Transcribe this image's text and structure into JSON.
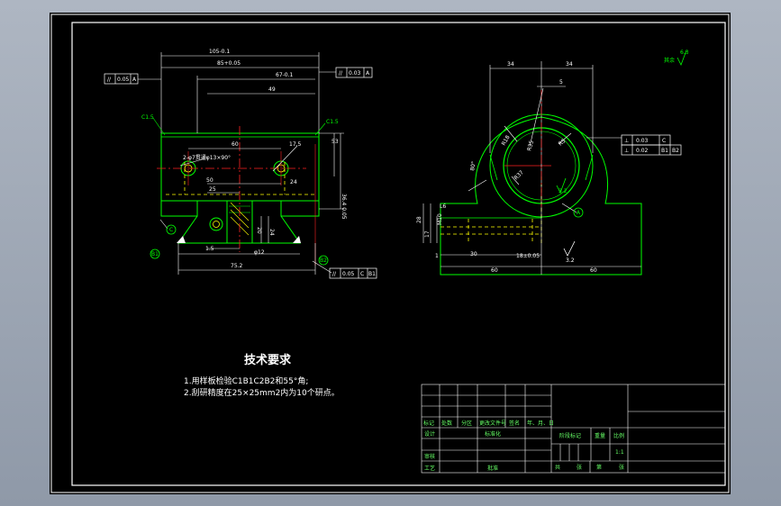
{
  "drawing": {
    "front_view": {
      "top_dims": [
        "105-0.1",
        "85+0.05",
        "67-0.1"
      ],
      "dim_49": "49",
      "dim_60": "60",
      "dim_7_5": "17.5",
      "dim_53": "53",
      "dim_24": "24",
      "dim_25": "25",
      "dim_50": "50",
      "dim_36_4": "36.4 0.05",
      "hole_note": "2-φ7贯通φ13×90°",
      "chamfer_left": "C1.5",
      "chamfer_right": "C1.5",
      "tol_parallel_left": [
        "//",
        "0.05",
        "A"
      ],
      "tol_parallel_right": [
        "//",
        "0.03",
        "A"
      ],
      "tol_parallel_bottom": [
        "//",
        "0.05",
        "C",
        "B1"
      ],
      "datum_c": "C",
      "datum_b1": "B1",
      "datum_b2": "B2",
      "dim_1_5": "1.5",
      "dim_75_2": "75.2",
      "dim_phi12": "φ12",
      "dim_20": "20",
      "dim_24b": "24"
    },
    "side_view": {
      "dim_34_top": "34",
      "dim_34_right": "34",
      "dim_5": "5",
      "dim_r18": "R18",
      "dim_r35": "R35",
      "dim_r37": "R37",
      "dim_80deg": "80°",
      "dim_r5": "R5",
      "dim_m10": "M10",
      "dim_l6": "L6",
      "dim_28": "28",
      "dim_17": "17",
      "dim_1": "1",
      "dim_30": "30",
      "dim_18_tol": "18±0.05",
      "dim_60_left": "60",
      "dim_60_right": "60",
      "roughness": "3.2",
      "roughness_2": "3.2",
      "datum_a": "A",
      "tol_perp": [
        "⊥",
        "0.03",
        "C"
      ],
      "tol_perp2": [
        "⊥",
        "0.02",
        "B1",
        "B2"
      ],
      "corner_note": "其余",
      "corner_roughness": "6.3"
    },
    "requirements": {
      "title": "技术要求",
      "line1": "1.用样板检验C1B1C2B2和55°角;",
      "line2": "2.刮研精度在25×25mm2内为10个研点。"
    },
    "title_block": {
      "row_headers": [
        "标记",
        "处数",
        "分区",
        "更改文件号",
        "签名",
        "年、月、日"
      ],
      "design": "设计",
      "standardize": "标准化",
      "review": "审核",
      "process": "工艺",
      "approve": "批准",
      "stage_mark": "阶段标记",
      "weight": "重量",
      "scale": "比例",
      "scale_value": "1:1",
      "sheet_total": "共",
      "sheet_label": "张",
      "sheet_no": "第",
      "sheet_no_label": "张"
    }
  }
}
